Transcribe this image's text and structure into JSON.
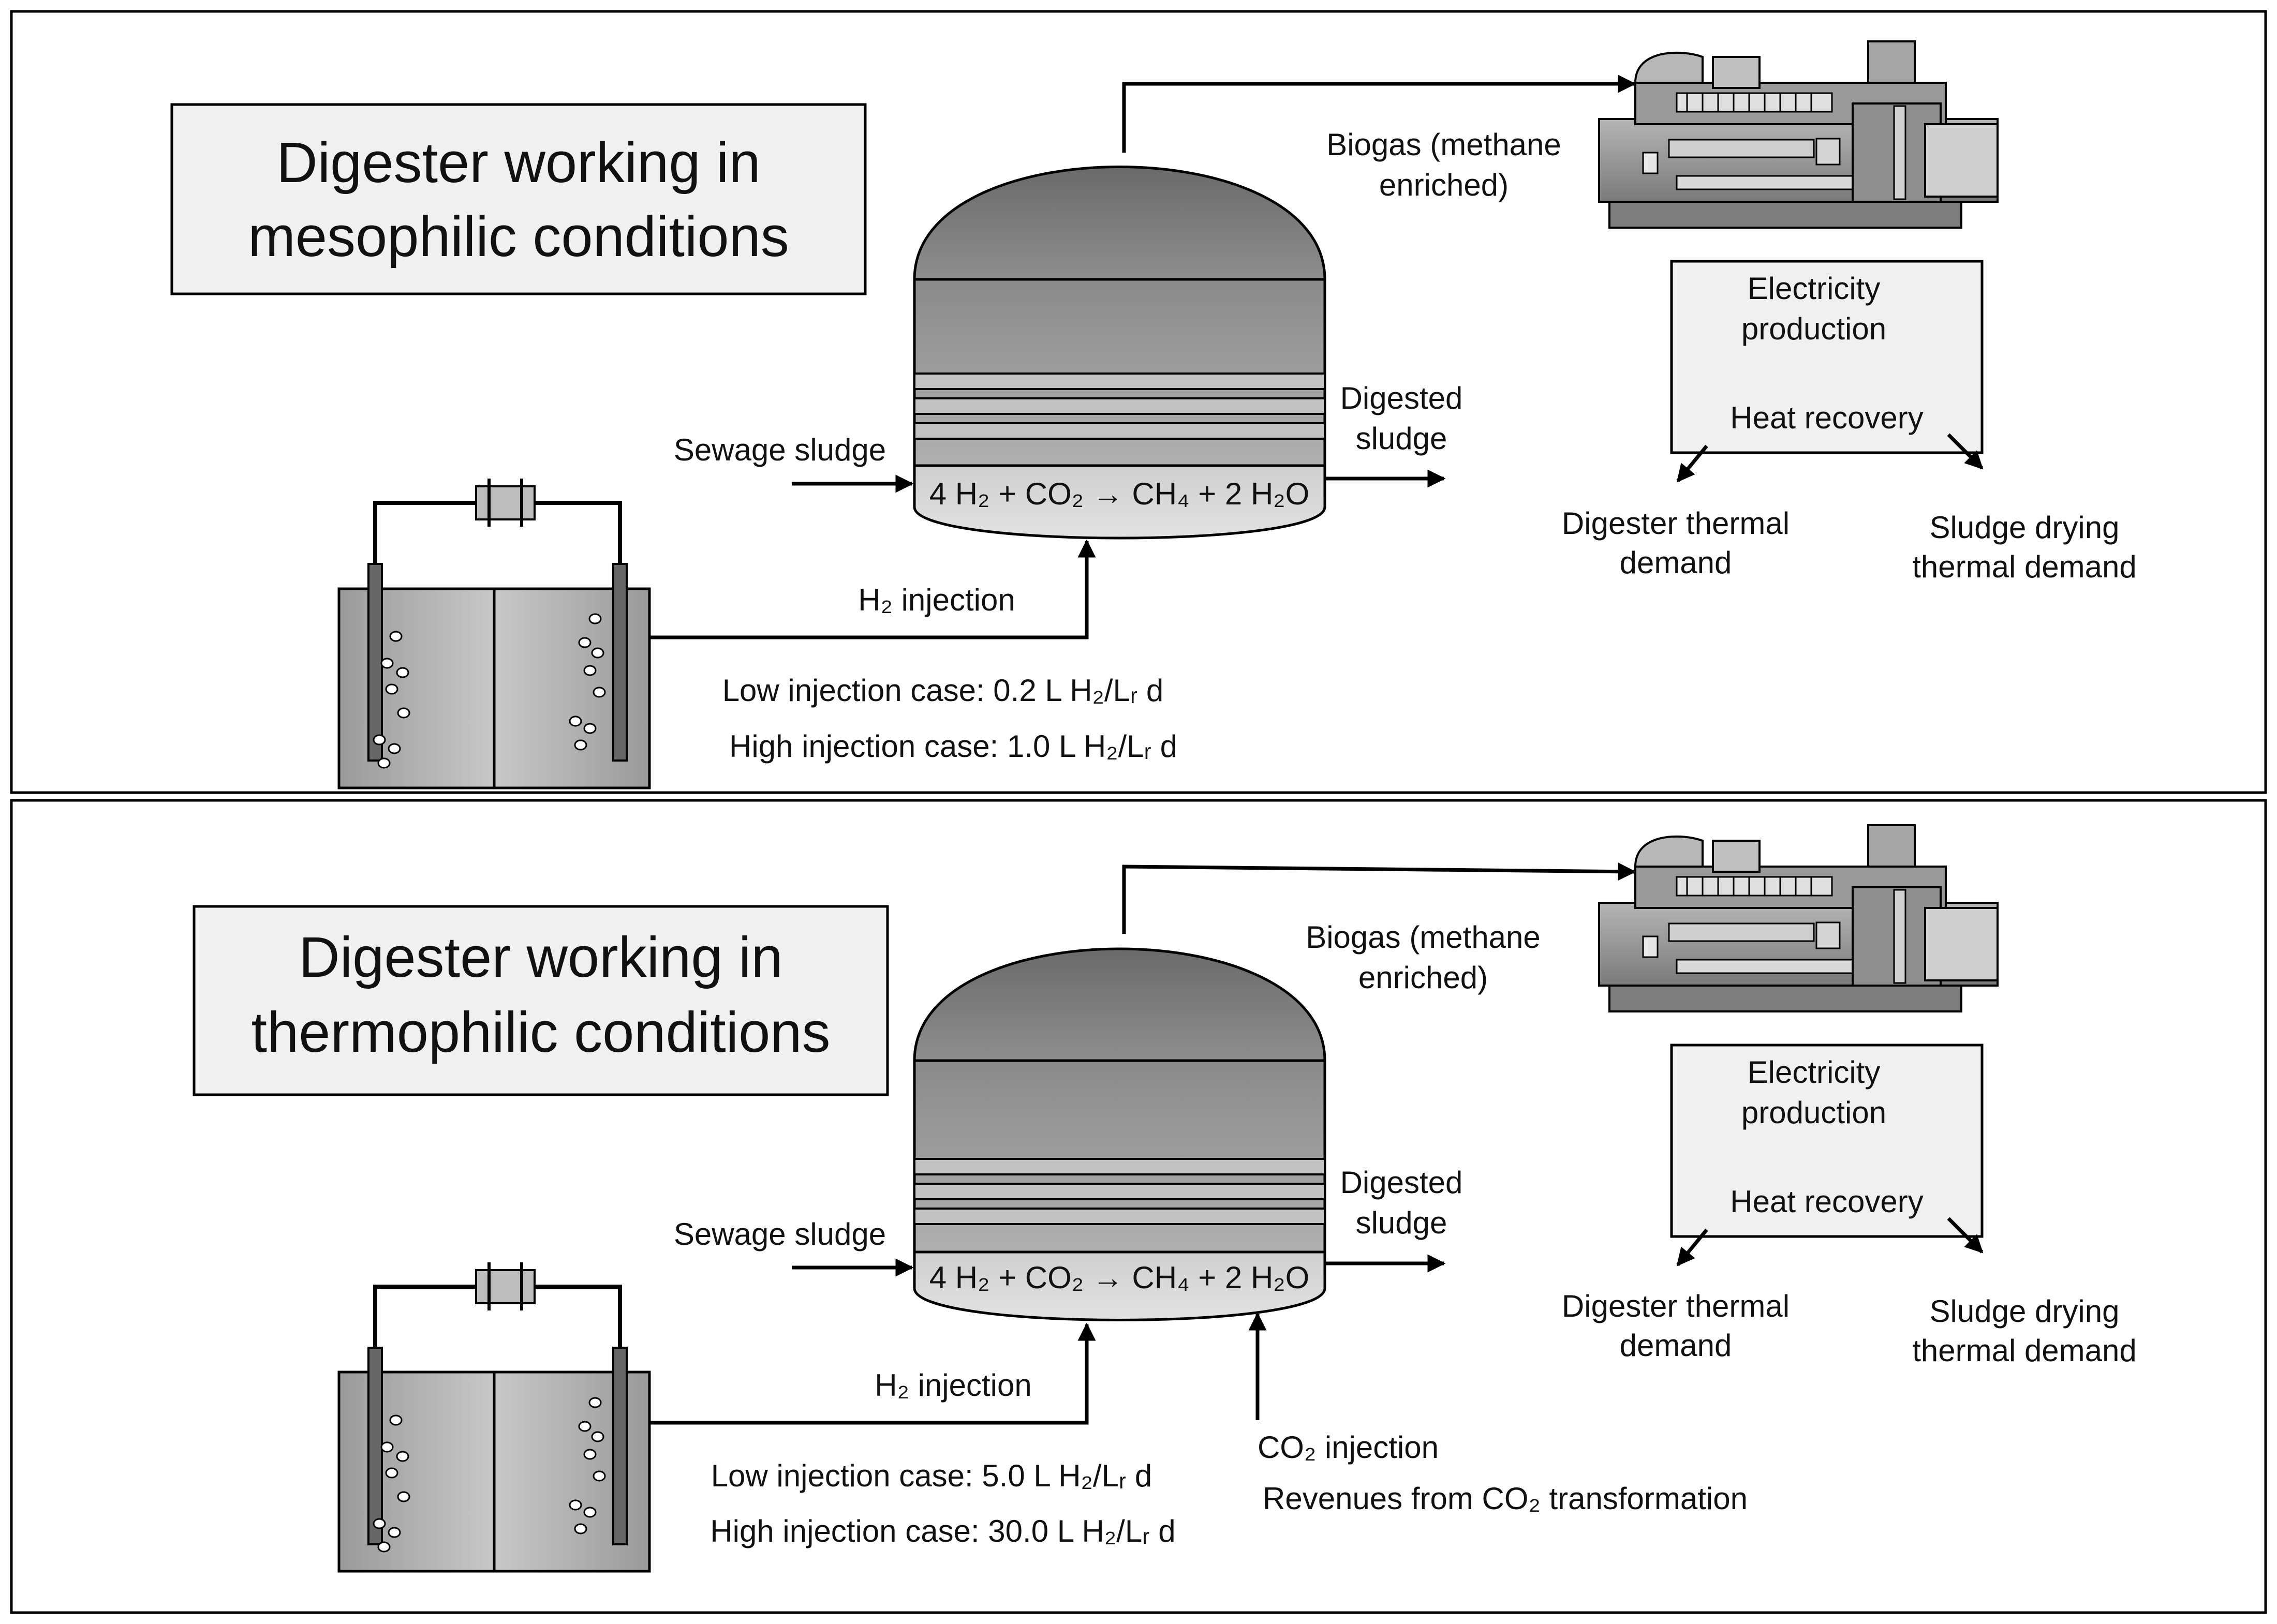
{
  "panels": [
    {
      "title": [
        "Digester working in",
        "mesophilic conditions"
      ],
      "sewage_sludge": "Sewage sludge",
      "reaction": "4 H₂ + CO₂ → CH₄ + 2 H₂O",
      "digested_sludge": [
        "Digested",
        "sludge"
      ],
      "biogas": [
        "Biogas (methane",
        "enriched)"
      ],
      "h2_injection": "H₂ injection",
      "low_case": "Low injection case: 0.2 L H₂/Lᵣ d",
      "high_case": "High injection case: 1.0 L H₂/Lᵣ d",
      "electricity": [
        "Electricity",
        "production"
      ],
      "heat_recovery": "Heat recovery",
      "digester_demand": [
        "Digester thermal",
        "demand"
      ],
      "drying_demand": [
        "Sludge drying",
        "thermal demand"
      ]
    },
    {
      "title": [
        "Digester working in",
        "thermophilic conditions"
      ],
      "sewage_sludge": "Sewage sludge",
      "reaction": "4 H₂ + CO₂ → CH₄ + 2 H₂O",
      "digested_sludge": [
        "Digested",
        "sludge"
      ],
      "biogas": [
        "Biogas (methane",
        "enriched)"
      ],
      "h2_injection": "H₂ injection",
      "low_case": "Low injection case: 5.0 L H₂/Lᵣ d",
      "high_case": "High injection case: 30.0 L H₂/Lᵣ d",
      "electricity": [
        "Electricity",
        "production"
      ],
      "heat_recovery": "Heat recovery",
      "digester_demand": [
        "Digester thermal",
        "demand"
      ],
      "drying_demand": [
        "Sludge drying",
        "thermal demand"
      ],
      "co2_injection": "CO₂ injection",
      "co2_revenues": "Revenues  from CO₂ transformation"
    }
  ],
  "colors": {
    "dome_top": "#6f6f6f",
    "dome_bottom": "#8c8c8c",
    "vessel_body": "#9a9a9a",
    "vessel_bottom": "#d4d4d4",
    "cell_fill": "#a9a9a9",
    "title_box": "#f0f0f0",
    "engine": "#8a8a8a"
  }
}
